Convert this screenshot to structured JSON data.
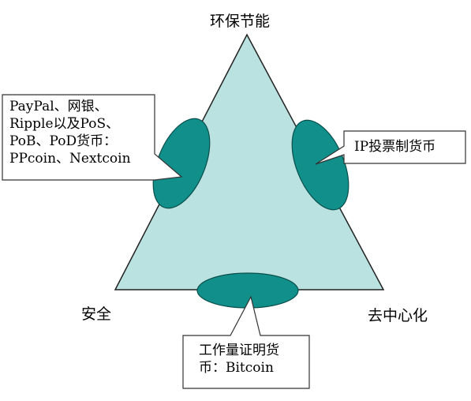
{
  "diagram": {
    "vertices": {
      "top": "环保节能",
      "bottom_left": "安全",
      "bottom_right": "去中心化"
    },
    "callouts": {
      "left": [
        "PayPal、网银、",
        "Ripple以及PoS、",
        "PoB、PoD货币：",
        "PPcoin、Nextcoin"
      ],
      "right": [
        "IP投票制货币"
      ],
      "bottom": [
        "工作量证明货",
        "币：Bitcoin"
      ]
    },
    "colors": {
      "triangle_fill": "#b9e2e0",
      "triangle_stroke": "#222222",
      "ellipse_fill": "#118f8a",
      "ellipse_stroke": "#0a4f4c",
      "callout_border": "#333333",
      "callout_fill": "#ffffff"
    }
  }
}
